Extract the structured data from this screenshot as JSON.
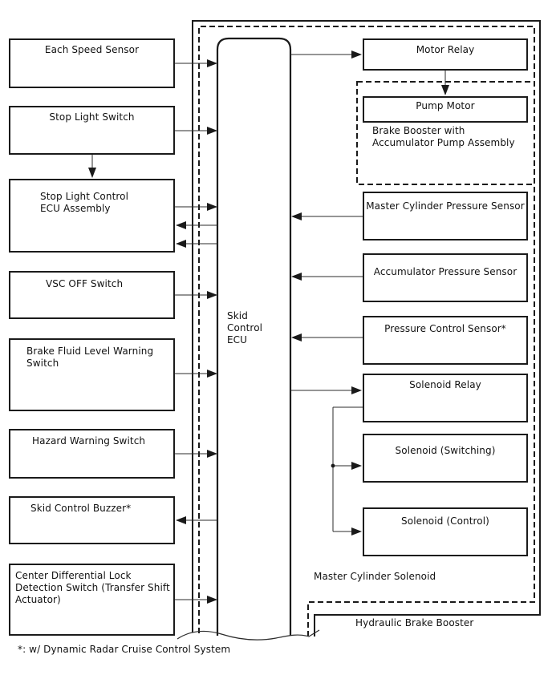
{
  "colors": {
    "ink": "#1a1a1a",
    "connector": "#2b2b2b",
    "background": "#ffffff"
  },
  "ecu": {
    "label": "Skid\nControl\nECU"
  },
  "left_column": {
    "each_speed_sensor": "Each Speed Sensor",
    "stop_light_switch": "Stop Light Switch",
    "stop_light_control_ecu_assembly": "Stop Light Control\nECU Assembly",
    "vsc_off_switch": "VSC OFF Switch",
    "brake_fluid_level_warning_switch": "Brake Fluid Level Warning\nSwitch",
    "hazard_warning_switch": "Hazard Warning Switch",
    "skid_control_buzzer": "Skid Control Buzzer*",
    "center_differential_lock_detection_switch": "Center Differential Lock\nDetection Switch (Transfer Shift\nActuator)"
  },
  "right_column": {
    "motor_relay": "Motor Relay",
    "pump_motor": "Pump Motor",
    "master_cylinder_pressure_sensor": "Master Cylinder Pressure Sensor",
    "accumulator_pressure_sensor": "Accumulator Pressure Sensor",
    "pressure_control_sensor": "Pressure Control Sensor*",
    "solenoid_relay": "Solenoid Relay",
    "solenoid_switching": "Solenoid (Switching)",
    "solenoid_control": "Solenoid (Control)"
  },
  "region_labels": {
    "brake_booster_with_accumulator_pump_assembly": "Brake Booster with\nAccumulator Pump Assembly",
    "master_cylinder_solenoid": "Master Cylinder Solenoid",
    "hydraulic_brake_booster": "Hydraulic Brake Booster"
  },
  "footnote": "*: w/ Dynamic Radar Cruise Control System"
}
